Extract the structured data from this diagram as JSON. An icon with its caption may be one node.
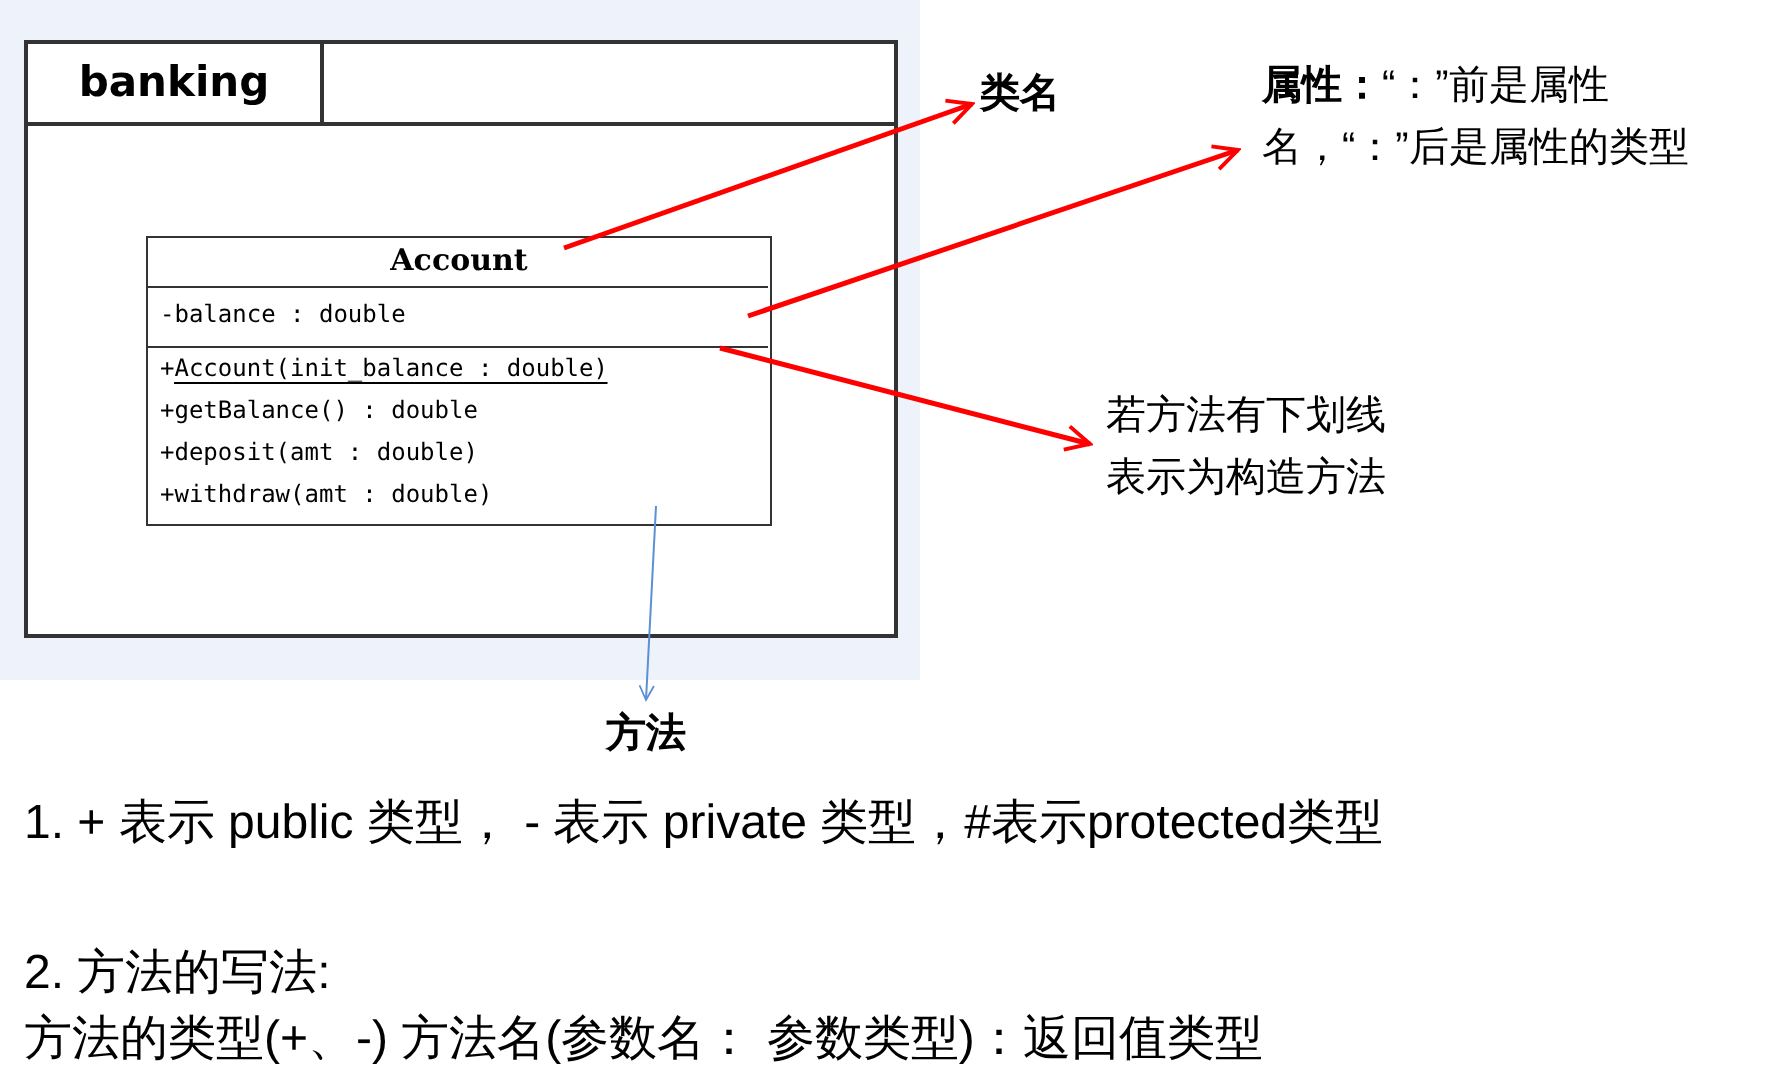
{
  "diagram": {
    "nodes": [
      {
        "text": [
          "banking"
        ]
      },
      {
        "text": [
          "Account"
        ],
        "in": 0
      },
      {
        "text": [
          "-balance : double"
        ],
        "in": 1
      },
      {
        "text": [
          "+Account(init_balance : double)",
          "+getBalance() : double",
          "+deposit(amt : double)",
          "+withdraw(amt : double)"
        ],
        "in": 1
      },
      {
        "text": [
          "类名"
        ]
      },
      {
        "text": [
          "**属性：**“：”前是属性名，“：”后是属性的类型"
        ]
      },
      {
        "text": [
          "若方法有下划线表示为构造方法"
        ]
      },
      {
        "text": [
          "方法"
        ]
      }
    ],
    "edges": [
      {
        "from": 1,
        "to": 4,
        "arrow": "to"
      },
      {
        "from": 2,
        "to": 5,
        "arrow": "to"
      },
      {
        "from": 3,
        "to": 6,
        "arrow": "to"
      },
      {
        "from": 3,
        "to": 7,
        "arrow": "to",
        "color": "#5b8fd6"
      }
    ],
    "labels": [
      "1. + 表示 public 类型， - 表示 private 类型，#表示protected类型",
      "2. 方法的写法:",
      "方法的类型(+、-) 方法名(参数名： 参数类型)：返回值类型"
    ]
  }
}
